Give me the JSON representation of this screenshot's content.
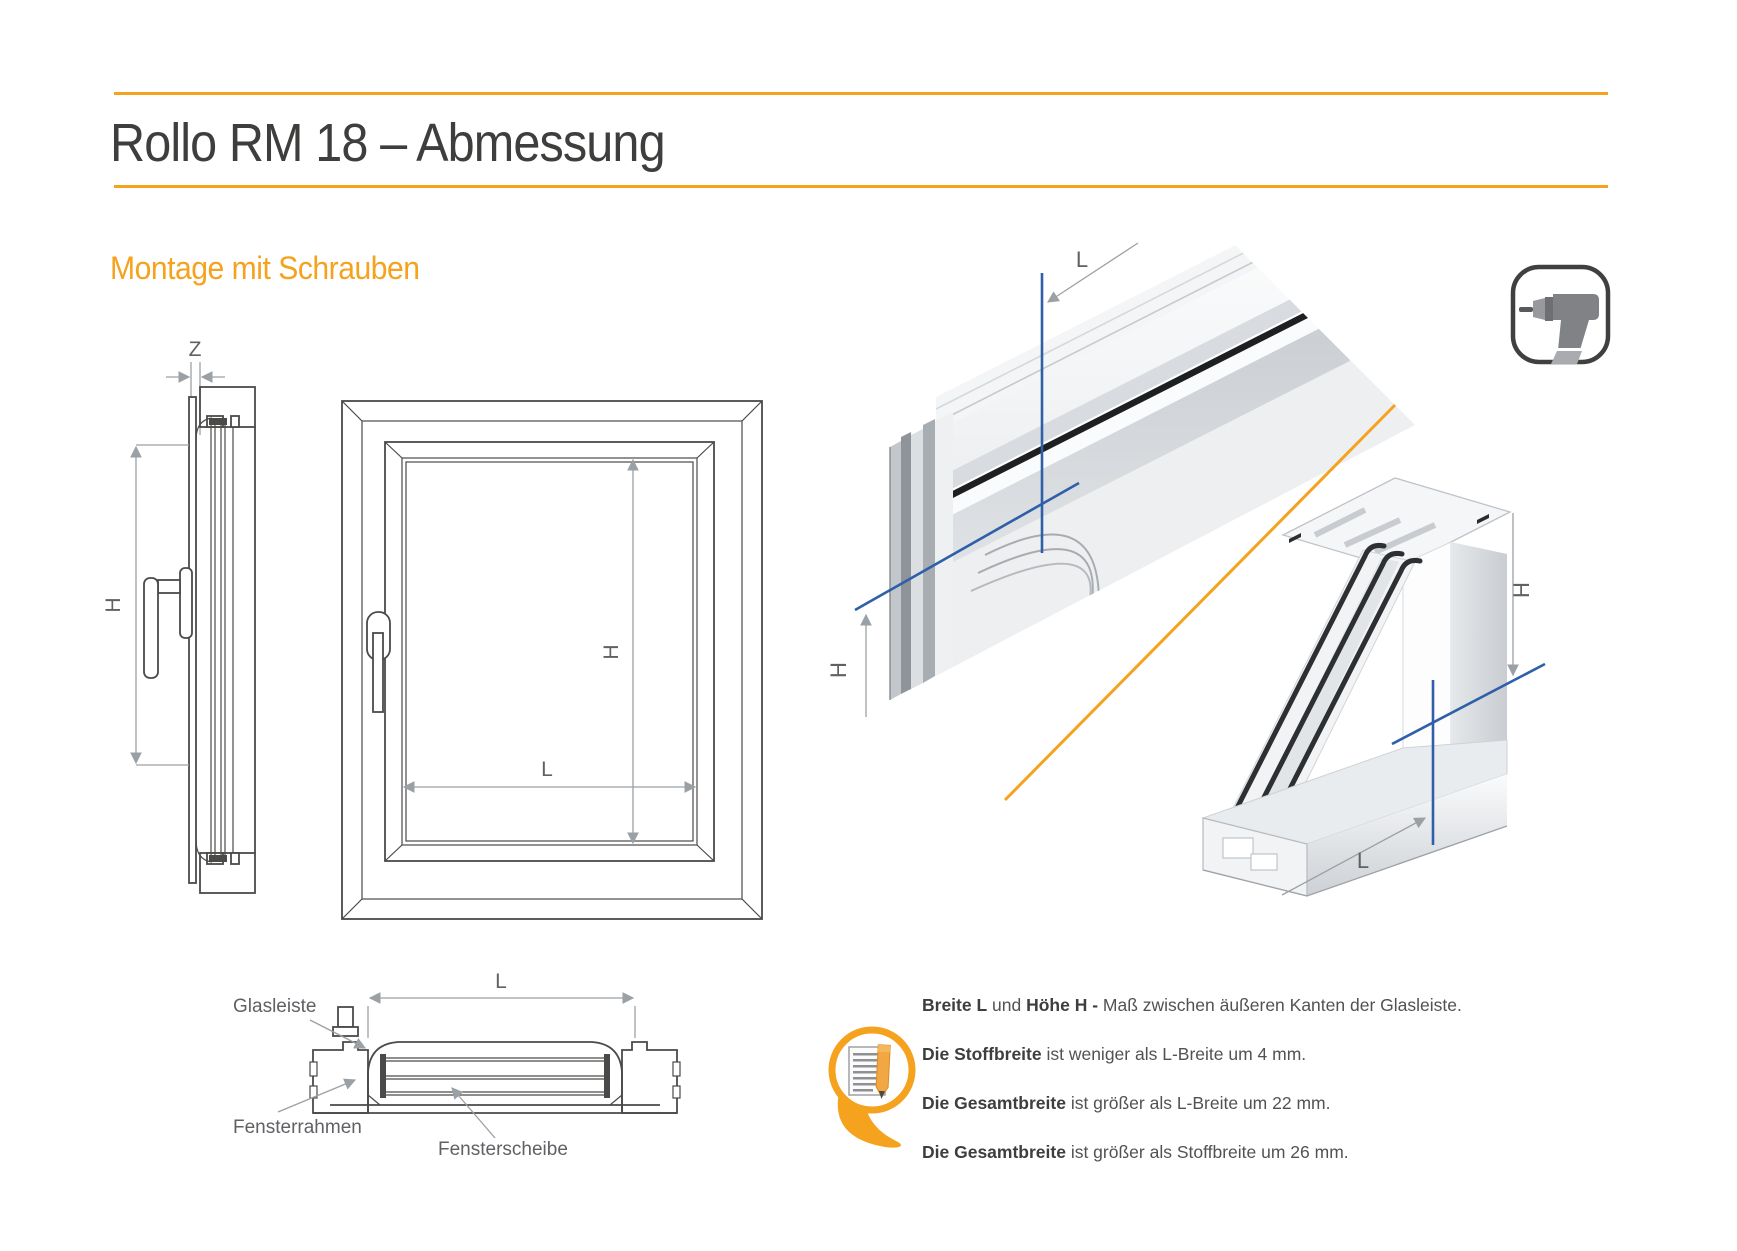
{
  "header": {
    "title": "Rollo RM 18 – Abmessung",
    "subtitle": "Montage mit Schrauben"
  },
  "colors": {
    "accent_orange": "#F5A21E",
    "crosshair_blue": "#2F5FA9",
    "drawing_ink": "#4A4A49",
    "dimension_gray": "#9AA0A4",
    "text_gray": "#515254"
  },
  "labels": {
    "side_view": {
      "z": "Z",
      "h": "H"
    },
    "front_view": {
      "h": "H",
      "l": "L"
    },
    "render_top": {
      "l": "L",
      "h": "H"
    },
    "render_corner": {
      "h": "H",
      "l": "L"
    },
    "section": {
      "l": "L",
      "glasleiste": "Glasleiste",
      "fensterrahmen": "Fensterrahmen",
      "fensterscheibe": "Fensterscheibe"
    }
  },
  "icons": {
    "drill": "drill-icon",
    "note": "note-pencil-icon"
  },
  "notes": [
    {
      "b1": "Breite L",
      "r1": " und ",
      "b2": "Höhe H - ",
      "r2": "Maß zwischen äußeren Kanten der Glasleiste."
    },
    {
      "b1": "Die Stoffbreite",
      "r1": " ist weniger als L-Breite um 4 mm."
    },
    {
      "b1": "Die Gesamtbreite",
      "r1": " ist größer als L-Breite um 22 mm."
    },
    {
      "b1": "Die Gesamtbreite",
      "r1": " ist größer als Stoffbreite um 26 mm."
    }
  ]
}
